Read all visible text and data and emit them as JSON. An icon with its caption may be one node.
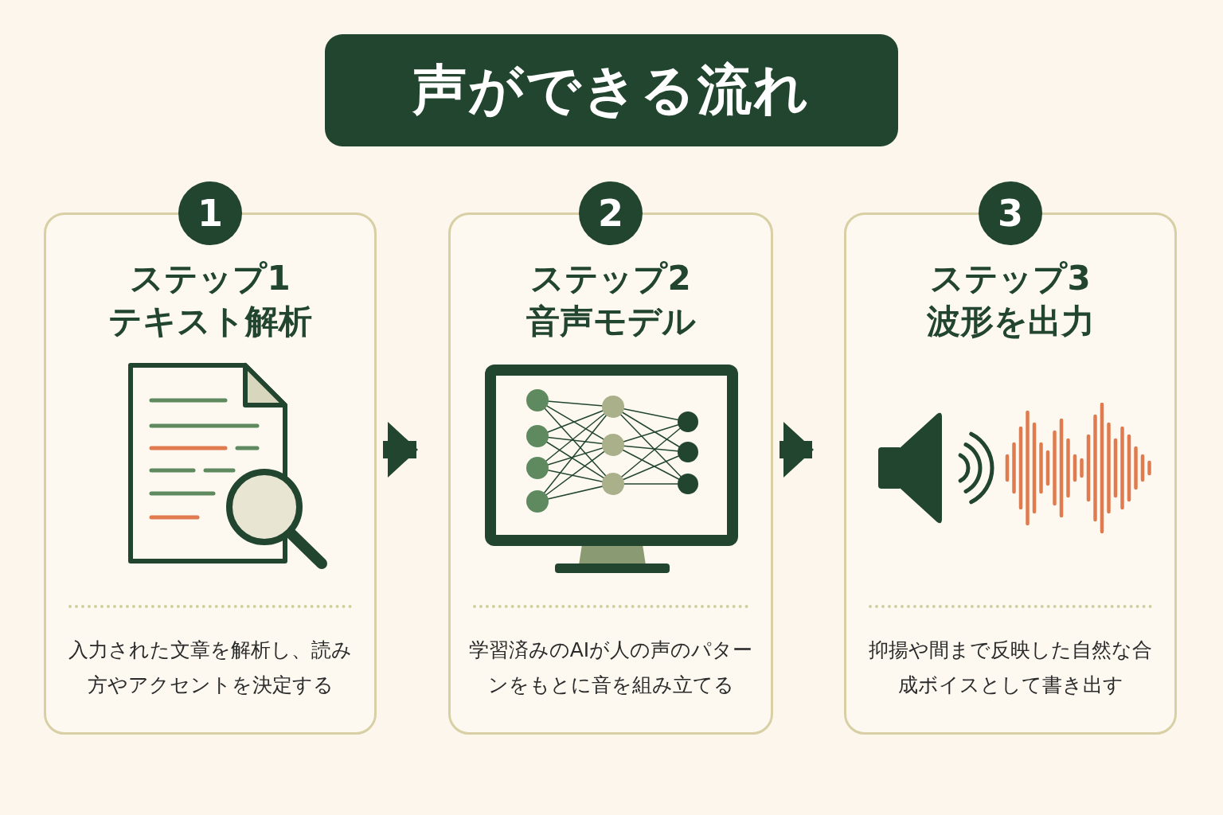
{
  "diagram": {
    "title": "声ができる流れ",
    "nodes": [
      {
        "text": [
          "1",
          "ステップ1",
          "テキスト解析",
          "入力された文章を解析し、読み方やアクセントを決定する"
        ]
      },
      {
        "text": [
          "2",
          "ステップ2",
          "音声モデル",
          "学習済みのAIが人の声のパターンをもとに音を組み立てる"
        ]
      },
      {
        "text": [
          "3",
          "ステップ3",
          "波形を出力",
          "抑揚や間まで反映した自然な合成ボイスとして書き出す"
        ]
      }
    ],
    "edges": [
      {
        "from": 0,
        "to": 1,
        "arrow": "to"
      },
      {
        "from": 1,
        "to": 2,
        "arrow": "to"
      }
    ]
  }
}
